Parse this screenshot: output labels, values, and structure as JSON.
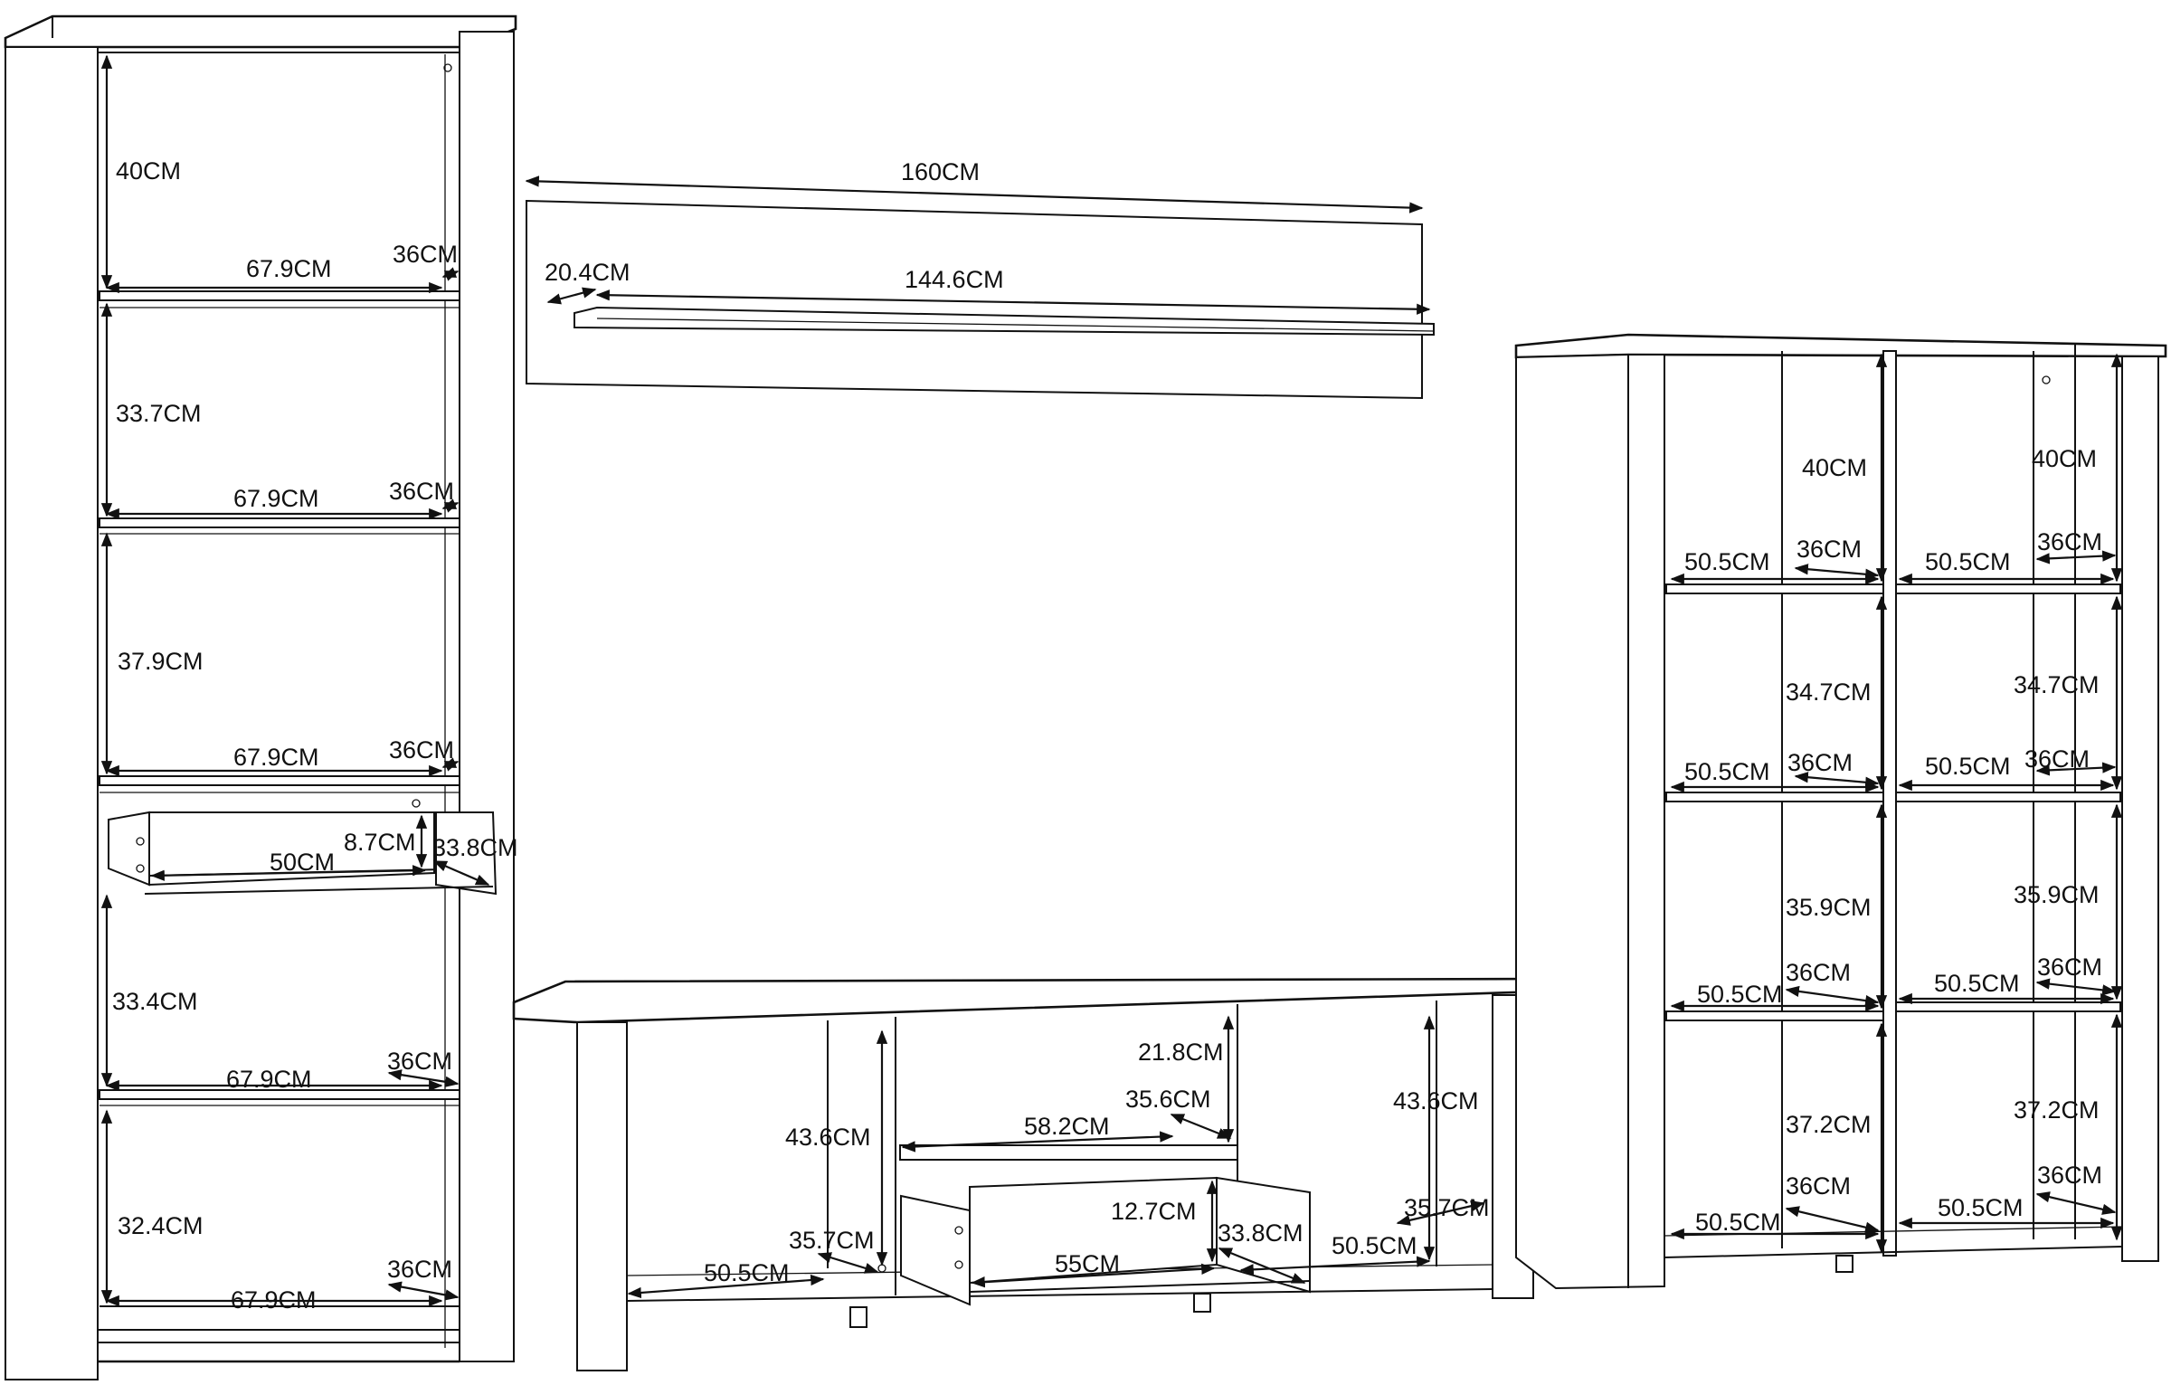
{
  "bookcase_left": {
    "shelf_heights": [
      "40CM",
      "33.7CM",
      "37.9CM",
      "33.4CM",
      "32.4CM"
    ],
    "shelf_widths": [
      "67.9CM",
      "67.9CM",
      "67.9CM",
      "67.9CM",
      "67.9CM"
    ],
    "shelf_depths": [
      "36CM",
      "36CM",
      "36CM",
      "36CM",
      "36CM"
    ],
    "drawer": {
      "width": "50CM",
      "height": "8.7CM",
      "depth": "33.8CM"
    }
  },
  "wall_shelf": {
    "total_width": "160CM",
    "shelf_width": "144.6CM",
    "shelf_depth": "20.4CM"
  },
  "tv_unit": {
    "left_height": "43.6CM",
    "left_width": "50.5CM",
    "left_depth": "35.7CM",
    "middle_height": "21.8CM",
    "middle_depth": "35.6CM",
    "middle_width": "58.2CM",
    "drawer_height": "12.7CM",
    "drawer_width": "55CM",
    "drawer_depth": "33.8CM",
    "right_height": "43.6CM",
    "right_depth": "35.7CM",
    "right_width": "50.5CM"
  },
  "bookcase_right": {
    "left_column": {
      "heights": [
        "40CM",
        "34.7CM",
        "35.9CM",
        "37.2CM"
      ],
      "widths": [
        "50.5CM",
        "50.5CM",
        "50.5CM",
        "50.5CM"
      ],
      "depths": [
        "36CM",
        "36CM",
        "36CM",
        "36CM"
      ]
    },
    "right_column": {
      "heights": [
        "40CM",
        "34.7CM",
        "35.9CM",
        "37.2CM"
      ],
      "widths": [
        "50.5CM",
        "50.5CM",
        "50.5CM",
        "50.5CM"
      ],
      "depths": [
        "36CM",
        "36CM",
        "36CM",
        "36CM"
      ]
    }
  }
}
